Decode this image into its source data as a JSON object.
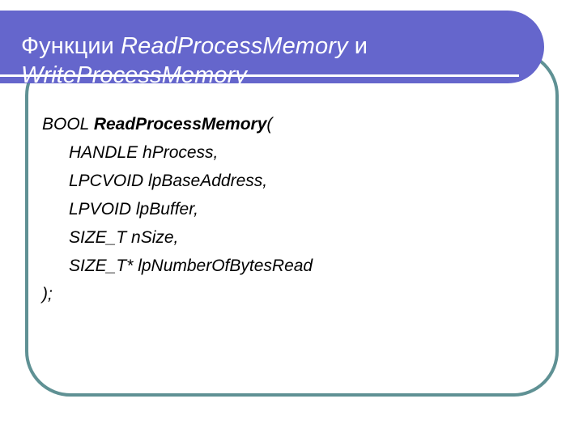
{
  "slide": {
    "title": {
      "line1_prefix": "Функции ",
      "line1_fn": "ReadProcessMemory",
      "line1_suffix": " и",
      "line2_fn": "WriteProcessMemory",
      "full_text": "Функции ReadProcessMemory и WriteProcessMemory"
    },
    "code": {
      "signature": {
        "return_type": "BOOL ",
        "function_name": "ReadProcessMemory",
        "open_paren": "("
      },
      "parameters": [
        "HANDLE hProcess,",
        "LPCVOID lpBaseAddress,",
        "LPVOID lpBuffer,",
        "SIZE_T nSize,",
        "SIZE_T* lpNumberOfBytesRead"
      ],
      "closing": ");"
    }
  },
  "colors": {
    "banner_purple": "#6566cc",
    "frame_teal": "#5f9194",
    "title_text": "#ffffff",
    "body_text": "#000000",
    "background": "#ffffff"
  }
}
